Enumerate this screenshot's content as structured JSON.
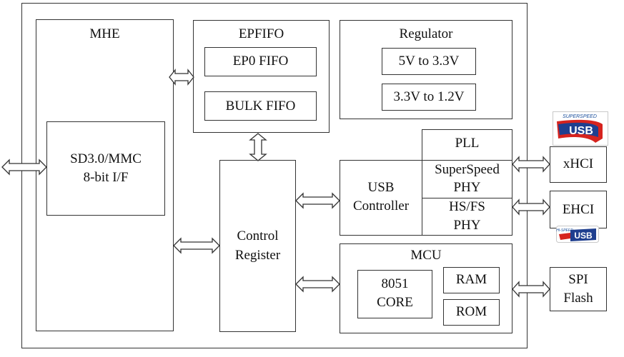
{
  "blocks": {
    "mhe": "MHE",
    "epfifo": "EPFIFO",
    "ep0_fifo": "EP0 FIFO",
    "bulk_fifo": "BULK FIFO",
    "regulator": "Regulator",
    "reg_5v": "5V to 3.3V",
    "reg_33v": "3.3V to 1.2V",
    "sd_if_line1": "SD3.0/MMC",
    "sd_if_line2": "8-bit I/F",
    "control_line1": "Control",
    "control_line2": "Register",
    "usb_line1": "USB",
    "usb_line2": "Controller",
    "pll": "PLL",
    "ss_phy_line1": "SuperSpeed",
    "ss_phy_line2": "PHY",
    "hsfs_phy_line1": "HS/FS",
    "hsfs_phy_line2": "PHY",
    "mcu": "MCU",
    "core_line1": "8051",
    "core_line2": "CORE",
    "ram": "RAM",
    "rom": "ROM"
  },
  "external": {
    "xhci": "xHCI",
    "ehci": "EHCI",
    "spi_line1": "SPI",
    "spi_line2": "Flash"
  },
  "logos": {
    "superspeed_top": "SUPERSPEED",
    "superspeed_main": "USB",
    "hispeed_top": "HI-SPEED",
    "hispeed_main": "USB"
  }
}
